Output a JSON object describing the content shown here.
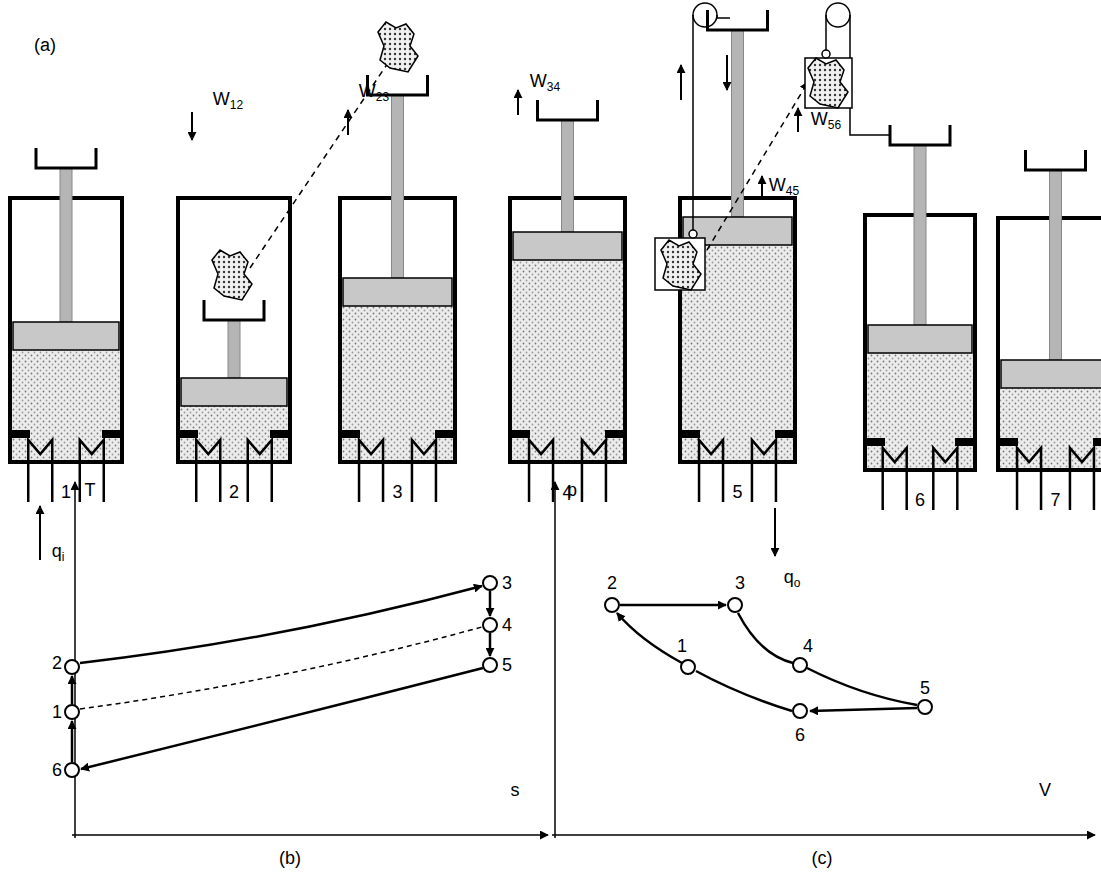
{
  "diagram": {
    "labels": [
      "(a)",
      "W12",
      "W23",
      "W34",
      "W45",
      "W56",
      "1",
      "2",
      "3",
      "4",
      "5",
      "6",
      "7",
      "qi",
      "qo",
      "T",
      "s",
      "1",
      "2",
      "3",
      "4",
      "5",
      "6",
      "(b)",
      "p",
      "V",
      "1",
      "2",
      "3",
      "4",
      "5",
      "6",
      "(c)"
    ]
  }
}
